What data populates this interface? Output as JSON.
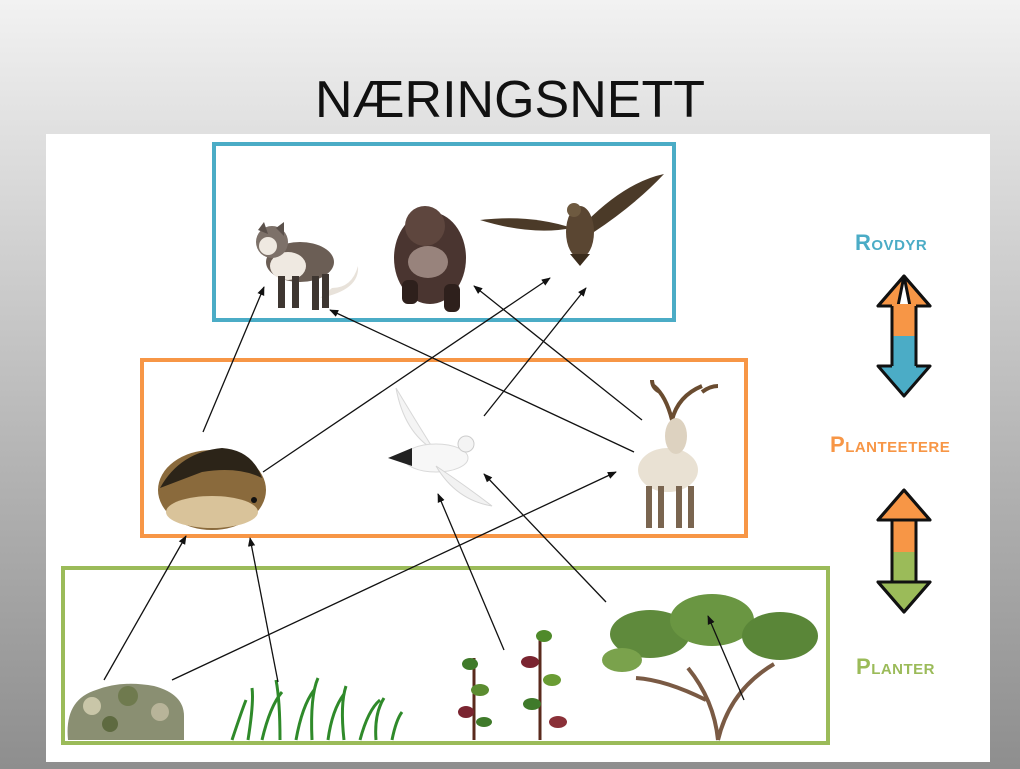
{
  "title": "NÆRINGSNETT",
  "levels": {
    "predators": {
      "label": "Rovdyr",
      "color": "#4bacc6"
    },
    "herbivores": {
      "label": "Planteetere",
      "color": "#f79646"
    },
    "plants": {
      "label": "Planter",
      "color": "#9bbb59"
    }
  },
  "organisms": {
    "predators": [
      "arctic-fox",
      "wolverine",
      "eagle"
    ],
    "herbivores": [
      "lemming",
      "ptarmigan",
      "reindeer"
    ],
    "plants": [
      "lichen",
      "grass",
      "berry-shrub",
      "dwarf-birch"
    ]
  },
  "colors": {
    "arrow": "#111111",
    "up_half_top": "#f79646",
    "up_half_bottom": "#4bacc6",
    "down_half_bottom": "#9bbb59"
  }
}
